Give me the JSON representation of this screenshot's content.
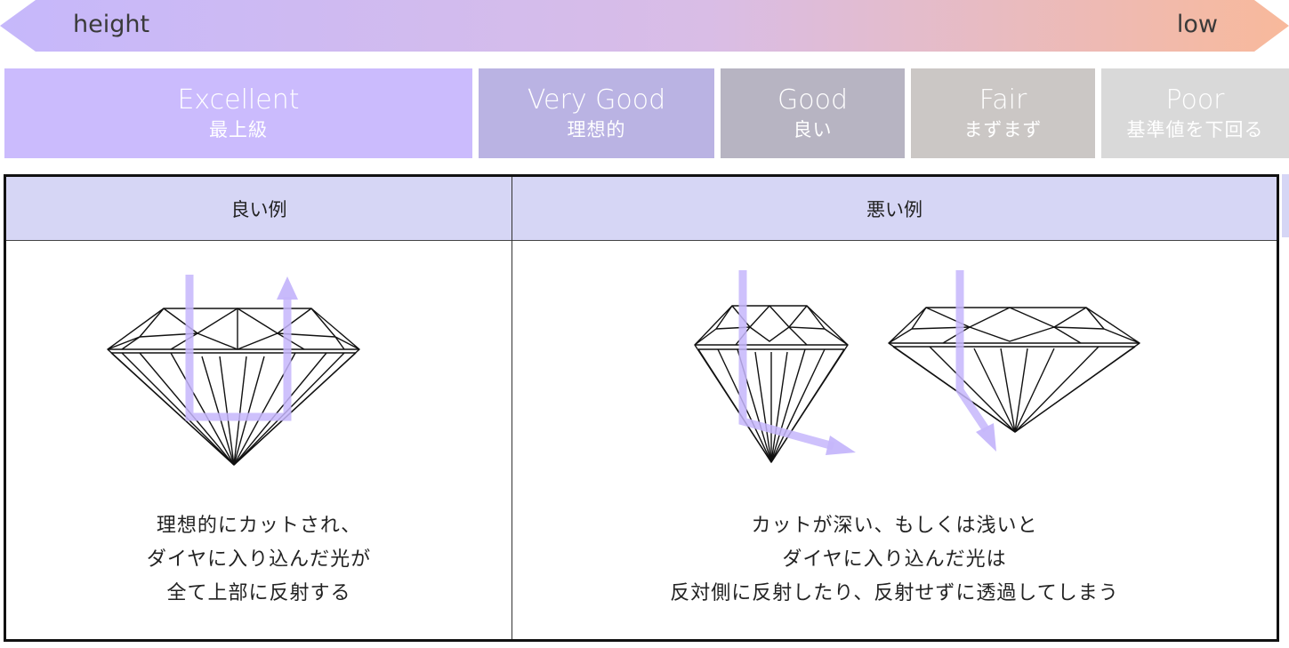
{
  "scale": {
    "left_label": "height",
    "right_label": "low",
    "colors": [
      "#c6b8fb",
      "#f8b99b"
    ]
  },
  "grades": [
    {
      "en": "Excellent",
      "jp": "最上級",
      "color": "#cbbbfd"
    },
    {
      "en": "Very Good",
      "jp": "理想的",
      "color": "#bab3e3"
    },
    {
      "en": "Good",
      "jp": "良い",
      "color": "#b7b4c2"
    },
    {
      "en": "Fair",
      "jp": "まずまず",
      "color": "#cbc7c5"
    },
    {
      "en": "Poor",
      "jp": "基準値を下回る",
      "color": "#d9d9d9"
    }
  ],
  "table": {
    "good": {
      "title": "良い例",
      "caption": [
        "理想的にカットされ、",
        "ダイヤに入り込んだ光が",
        "全て上部に反射する"
      ]
    },
    "bad": {
      "title": "悪い例",
      "caption": [
        "カットが深い、もしくは浅いと",
        "ダイヤに入り込んだ光は",
        "反対側に反射したり、反射せずに透過してしまう"
      ]
    },
    "header_color": "#d6d6f5",
    "arrow_color": "#c5b6fb"
  }
}
